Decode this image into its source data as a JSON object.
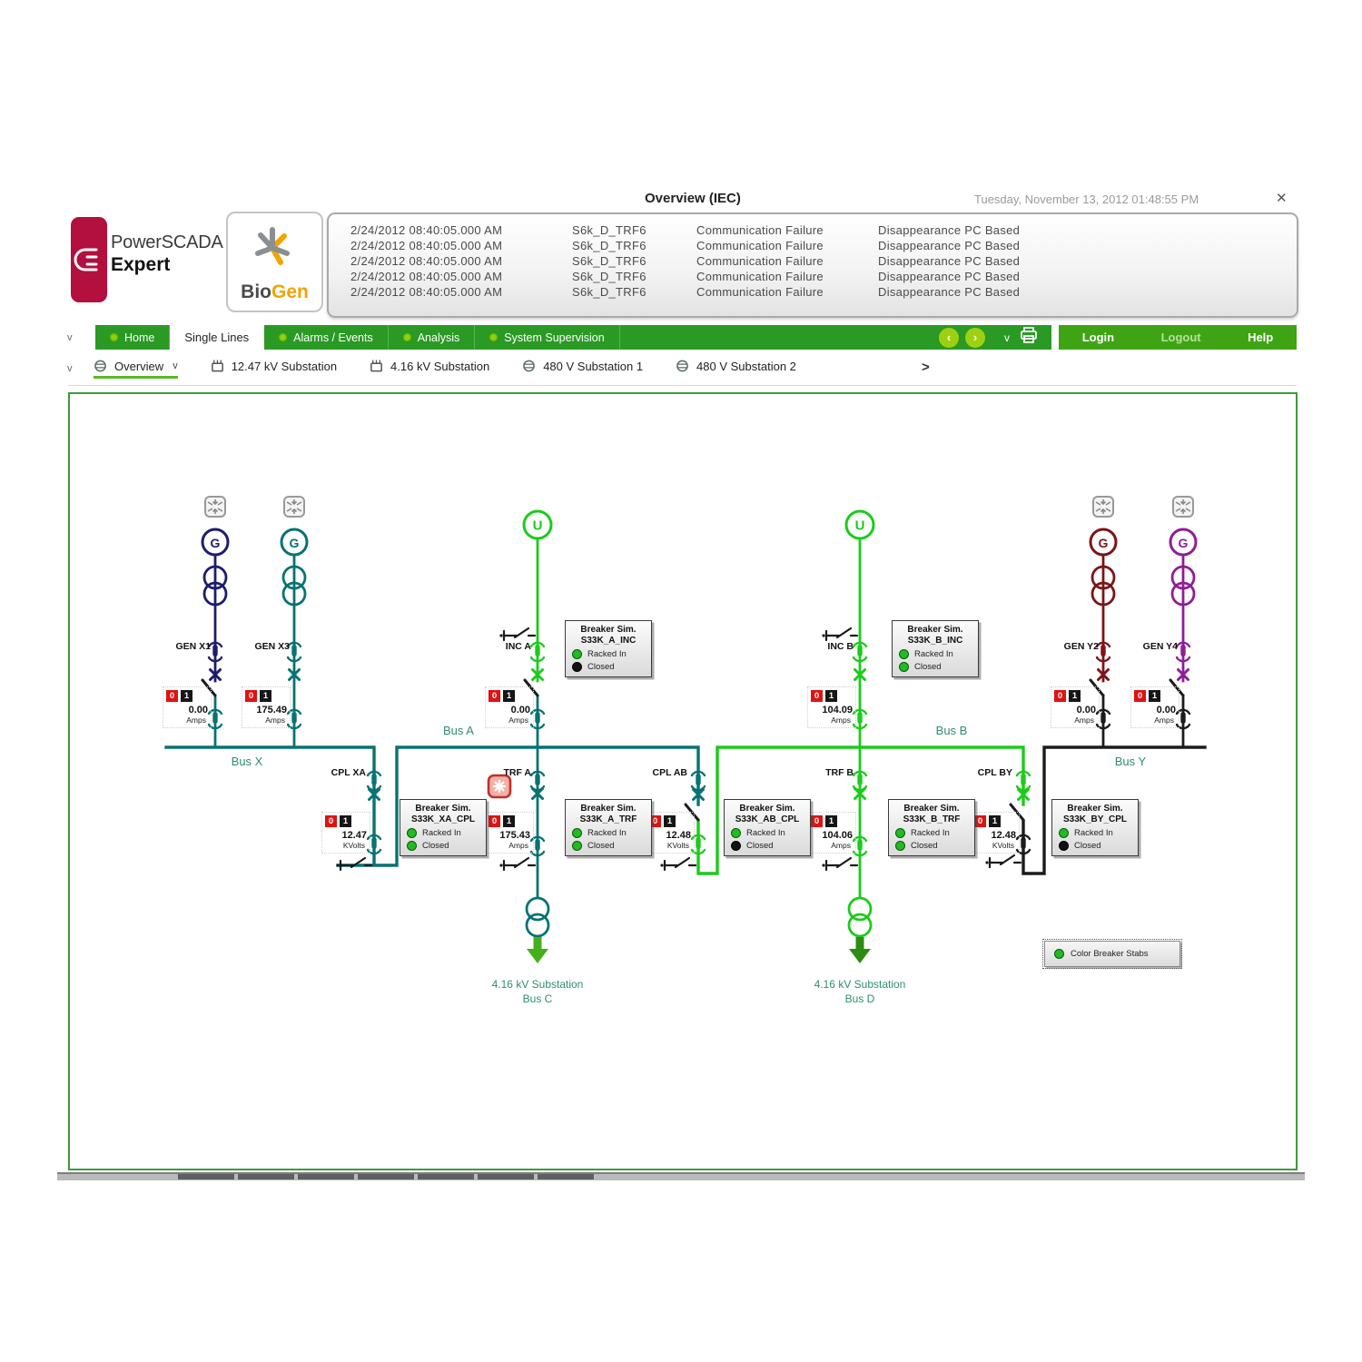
{
  "window": {
    "title": "Overview (IEC)",
    "datetime": "Tuesday, November 13, 2012 01:48:55 PM",
    "close": "✕"
  },
  "branding": {
    "product_top": "PowerSCADA",
    "product_bottom": "Expert",
    "bio": "Bio",
    "gen": "Gen"
  },
  "alarms": {
    "rows": [
      {
        "time": "2/24/2012 08:40:05.000 AM",
        "device": "S6k_D_TRF6",
        "message": "Communication Failure",
        "detail": "Disappearance PC Based"
      },
      {
        "time": "2/24/2012 08:40:05.000 AM",
        "device": "S6k_D_TRF6",
        "message": "Communication Failure",
        "detail": "Disappearance PC Based"
      },
      {
        "time": "2/24/2012 08:40:05.000 AM",
        "device": "S6k_D_TRF6",
        "message": "Communication Failure",
        "detail": "Disappearance PC Based"
      },
      {
        "time": "2/24/2012 08:40:05.000 AM",
        "device": "S6k_D_TRF6",
        "message": "Communication Failure",
        "detail": "Disappearance PC Based"
      },
      {
        "time": "2/24/2012 08:40:05.000 AM",
        "device": "S6k_D_TRF6",
        "message": "Communication Failure",
        "detail": "Disappearance PC Based"
      }
    ]
  },
  "nav": {
    "tabs": [
      {
        "label": "Home",
        "dot": true,
        "active": false
      },
      {
        "label": "Single Lines",
        "dot": false,
        "active": true
      },
      {
        "label": "Alarms / Events",
        "dot": true,
        "active": false
      },
      {
        "label": "Analysis",
        "dot": true,
        "active": false
      },
      {
        "label": "System Supervision",
        "dot": true,
        "active": false
      }
    ],
    "prev": "‹",
    "next": "›",
    "caret": "v",
    "login": "Login",
    "logout": "Logout",
    "help": "Help"
  },
  "subnav": {
    "items": [
      {
        "label": "Overview",
        "icon": "node",
        "active": true,
        "caret": "v"
      },
      {
        "label": "12.47 kV Substation",
        "icon": "bus",
        "active": false,
        "caret": ""
      },
      {
        "label": "4.16 kV Substation",
        "icon": "bus",
        "active": false,
        "caret": ""
      },
      {
        "label": "480 V Substation 1",
        "icon": "node",
        "active": false,
        "caret": ""
      },
      {
        "label": "480 V Substation 2",
        "icon": "node",
        "active": false,
        "caret": ""
      }
    ],
    "overflow": ">"
  },
  "diagram": {
    "symbols": {
      "generator": "G",
      "utility": "U",
      "off": "0",
      "on": "1"
    },
    "device_labels": [
      "GEN X1",
      "GEN X3",
      "INC A",
      "INC B",
      "GEN Y2",
      "GEN Y4",
      "CPL XA",
      "TRF A",
      "CPL AB",
      "TRF B",
      "CPL BY"
    ],
    "bus_labels": [
      "Bus X",
      "Bus A",
      "Bus B",
      "Bus Y"
    ],
    "values": [
      {
        "value": "0.00",
        "unit": "Amps"
      },
      {
        "value": "175.49",
        "unit": "Amps"
      },
      {
        "value": "0.00",
        "unit": "Amps"
      },
      {
        "value": "104.09",
        "unit": "Amps"
      },
      {
        "value": "0.00",
        "unit": "Amps"
      },
      {
        "value": "0.00",
        "unit": "Amps"
      },
      {
        "value": "12.47",
        "unit": "KVolts"
      },
      {
        "value": "175.43",
        "unit": "Amps"
      },
      {
        "value": "12.48",
        "unit": "KVolts"
      },
      {
        "value": "104.06",
        "unit": "Amps"
      },
      {
        "value": "12.48",
        "unit": "KVolts"
      }
    ],
    "sim_boxes": [
      {
        "line1": "Breaker Sim.",
        "line2": "S33K_A_INC",
        "racked": "Racked In",
        "closed": "Closed",
        "closed_state": "black"
      },
      {
        "line1": "Breaker Sim.",
        "line2": "S33K_B_INC",
        "racked": "Racked In",
        "closed": "Closed",
        "closed_state": "green"
      },
      {
        "line1": "Breaker Sim.",
        "line2": "S33K_XA_CPL",
        "racked": "Racked In",
        "closed": "Closed",
        "closed_state": "green"
      },
      {
        "line1": "Breaker Sim.",
        "line2": "S33K_A_TRF",
        "racked": "Racked In",
        "closed": "Closed",
        "closed_state": "green"
      },
      {
        "line1": "Breaker Sim.",
        "line2": "S33K_AB_CPL",
        "racked": "Racked In",
        "closed": "Closed",
        "closed_state": "black"
      },
      {
        "line1": "Breaker Sim.",
        "line2": "S33K_B_TRF",
        "racked": "Racked In",
        "closed": "Closed",
        "closed_state": "green"
      },
      {
        "line1": "Breaker Sim.",
        "line2": "S33K_BY_CPL",
        "racked": "Racked In",
        "closed": "Closed",
        "closed_state": "black"
      }
    ],
    "substations": [
      {
        "line1": "4.16 kV Substation",
        "line2": "Bus C"
      },
      {
        "line1": "4.16 kV Substation",
        "line2": "Bus D"
      }
    ],
    "legend": "Color Breaker Stabs",
    "colors": {
      "bus_x": "#087272",
      "bus_a": "#087272",
      "bus_b": "#1ccb1c",
      "bus_y": "#1b1b1b",
      "gen_x1": "#1d1d6e",
      "gen_x3": "#087272",
      "gen_y2": "#7c1416",
      "gen_y4": "#8f1d96",
      "utility": "#1ccb1c",
      "alarm_red": "#cc2222",
      "status_green": "#22bb22",
      "label_green": "#2e8e6e"
    }
  }
}
